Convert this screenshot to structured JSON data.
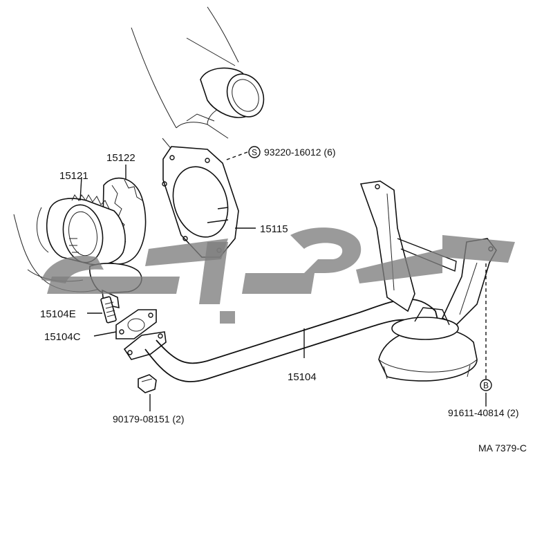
{
  "diagram": {
    "callouts": {
      "seal_ring": "93220-16012 (6)",
      "seal_symbol": "S",
      "gear_cover": "15122",
      "drive_gear": "15121",
      "gasket_plate": "15115",
      "stud": "15104E",
      "gasket": "15104C",
      "strainer_pipe": "15104",
      "nut": "90179-08151 (2)",
      "bolt": "91611-40814 (2)",
      "bolt_symbol": "B"
    },
    "reference_code": "MA 7379-C"
  },
  "colors": {
    "line": "#111111",
    "background": "#ffffff",
    "watermark": "#7d7d7d"
  }
}
